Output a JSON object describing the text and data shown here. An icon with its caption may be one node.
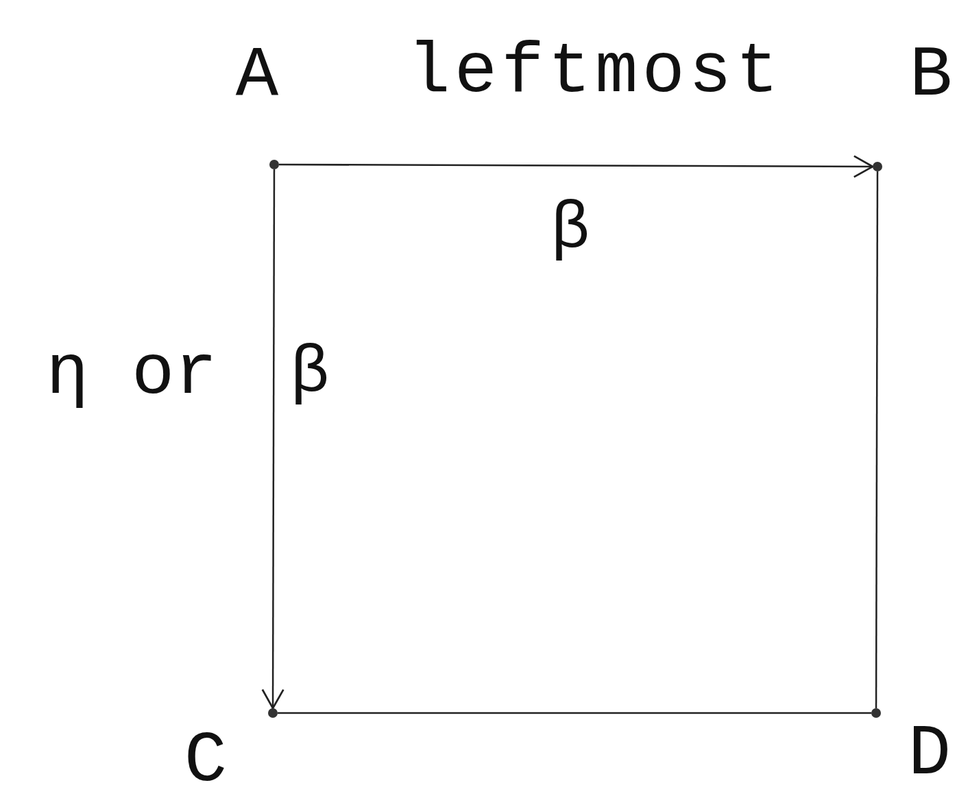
{
  "diagram": {
    "nodes": [
      {
        "text": [
          "A"
        ]
      },
      {
        "text": [
          "B"
        ]
      },
      {
        "text": [
          "C"
        ]
      },
      {
        "text": [
          "D"
        ]
      }
    ],
    "edges": [
      {
        "from": 0,
        "to": 1,
        "arrow": "to",
        "label": "β"
      },
      {
        "from": 0,
        "to": 2,
        "arrow": "to",
        "label": "β"
      },
      {
        "from": 1,
        "to": 3,
        "arrow": "none"
      },
      {
        "from": 2,
        "to": 3,
        "arrow": "none"
      }
    ],
    "labels": [
      "leftmost",
      "η or"
    ]
  }
}
